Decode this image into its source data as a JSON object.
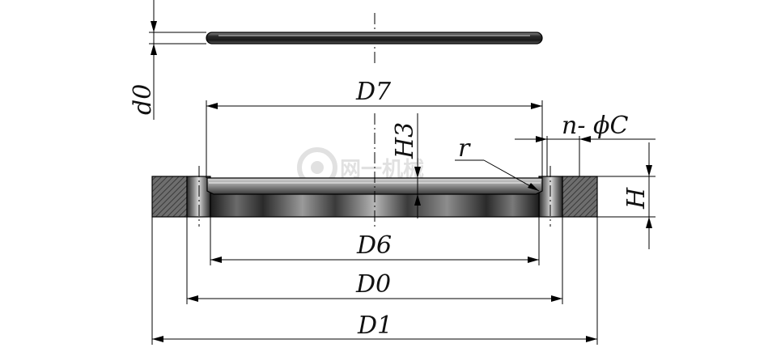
{
  "labels": {
    "d0": "d0",
    "d7": "D7",
    "h3": "H3",
    "n_phi_c": "n- ϕC",
    "r": "r",
    "h": "H",
    "d6": "D6",
    "d0_upper": "D0",
    "d1": "D1"
  },
  "watermark": {
    "text": "网一机械"
  },
  "colors": {
    "line": "#000000",
    "part_dark": "#2b2b2b",
    "part_mid": "#6a6a6a",
    "part_light": "#bdbdbd",
    "hatch": "#555555",
    "watermark": "#c9c9c9"
  }
}
